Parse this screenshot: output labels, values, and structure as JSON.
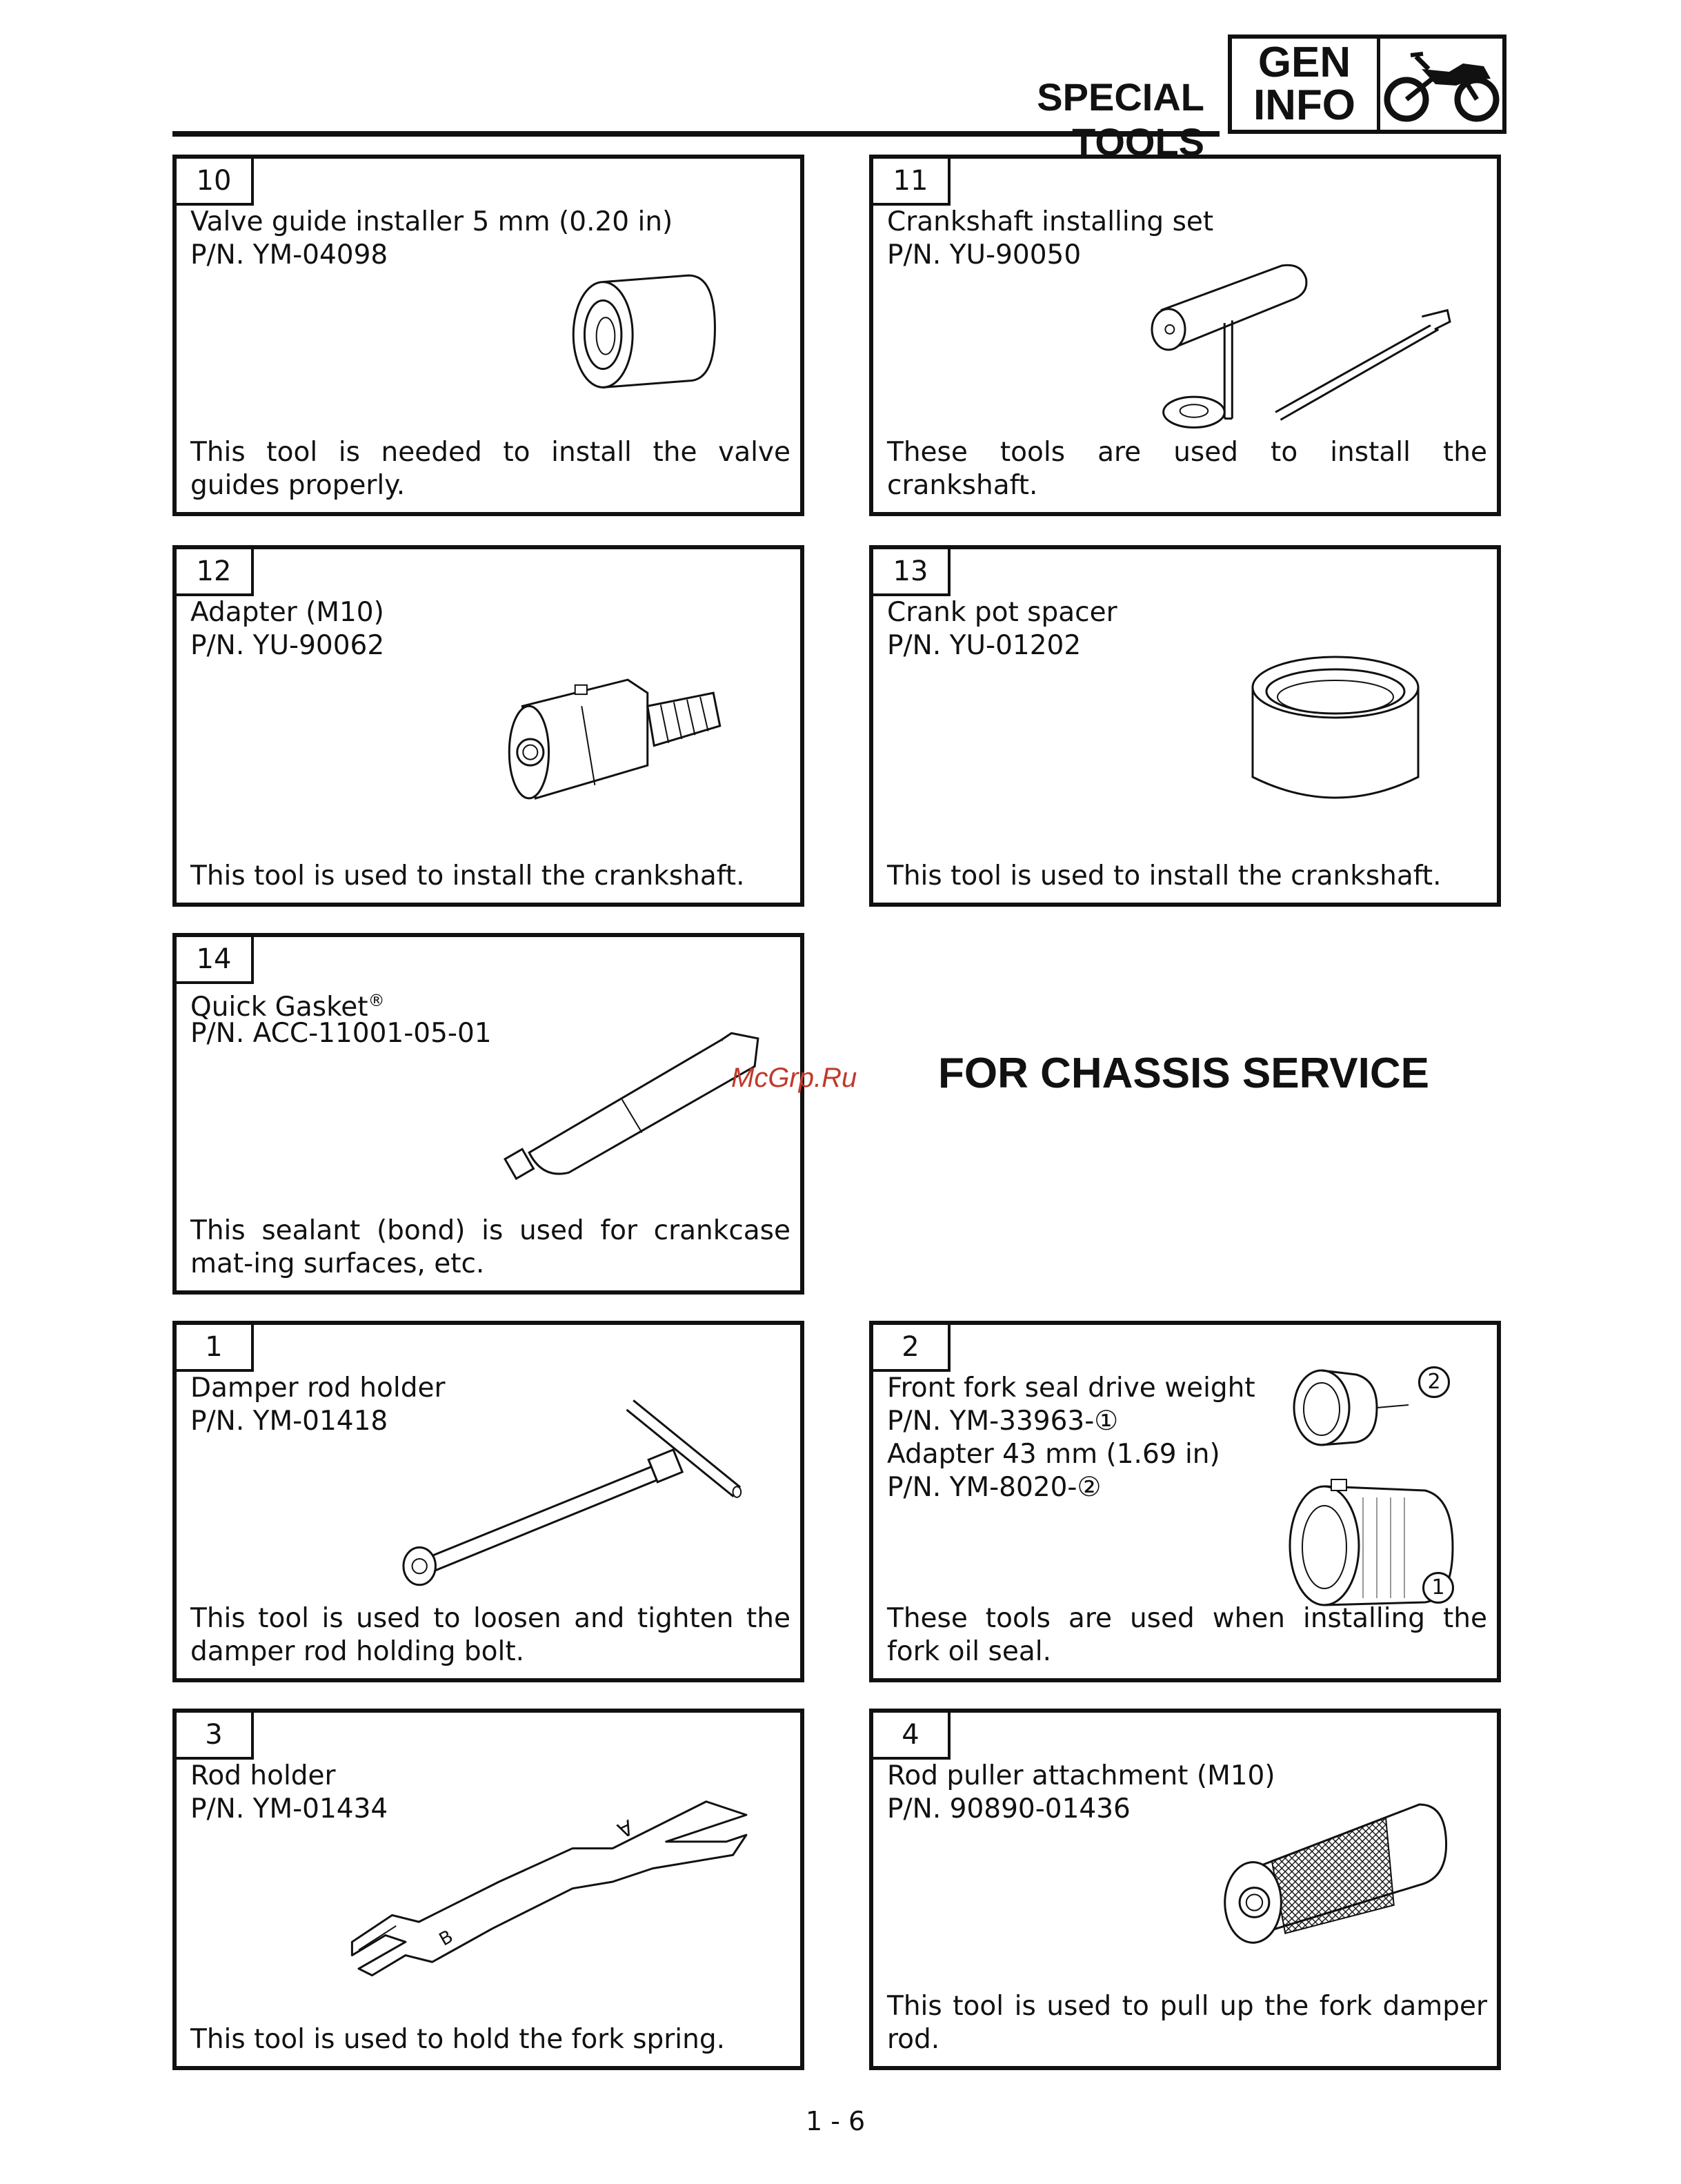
{
  "header": {
    "title": "SPECIAL TOOLS",
    "section_line1": "GEN",
    "section_line2": "INFO"
  },
  "engine_tools": [
    {
      "number": "10",
      "name": "Valve guide installer 5 mm (0.20 in)",
      "pn": "P/N. YM-04098",
      "description": "This tool is needed to install the valve guides properly."
    },
    {
      "number": "11",
      "name": "Crankshaft installing set",
      "pn": "P/N. YU-90050",
      "description": "These tools are used to install the crankshaft."
    },
    {
      "number": "12",
      "name": "Adapter (M10)",
      "pn": "P/N. YU-90062",
      "description": "This tool is used to install the crankshaft."
    },
    {
      "number": "13",
      "name": "Crank pot spacer",
      "pn": "P/N. YU-01202",
      "description": "This tool is used to install the crankshaft."
    },
    {
      "number": "14",
      "name": "Quick Gasket",
      "name_mark": "®",
      "pn": "P/N. ACC-11001-05-01",
      "description": "This sealant (bond) is used for crankcase mat-ing surfaces, etc."
    }
  ],
  "chassis_section": {
    "title": "FOR CHASSIS SERVICE"
  },
  "watermark": "McGrp.Ru",
  "chassis_tools": [
    {
      "number": "1",
      "name": "Damper rod holder",
      "pn": "P/N. YM-01418",
      "description": "This tool is used to loosen and tighten the damper rod holding bolt."
    },
    {
      "number": "2",
      "name": "Front fork seal drive weight",
      "pn": "P/N. YM-33963-①",
      "name2": "Adapter 43 mm (1.69 in)",
      "pn2": "P/N. YM-8020-②",
      "callout1": "1",
      "callout2": "2",
      "description": "These tools are used when installing the fork oil seal."
    },
    {
      "number": "3",
      "name": "Rod holder",
      "pn": "P/N. YM-01434",
      "description": "This tool is used to hold the fork spring.",
      "mark_a": "A",
      "mark_b": "B"
    },
    {
      "number": "4",
      "name": "Rod puller attachment (M10)",
      "pn": "P/N. 90890-01436",
      "description": "This tool is used to pull up the fork damper rod."
    }
  ],
  "footer": {
    "page_number": "1 - 6"
  }
}
